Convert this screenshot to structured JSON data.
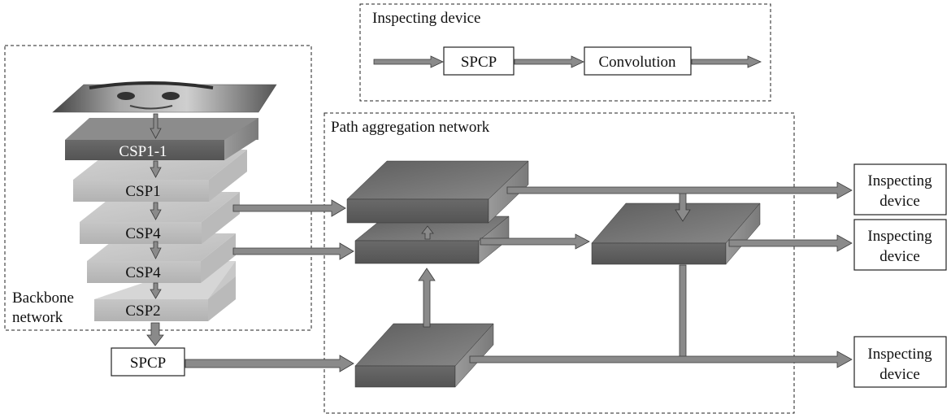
{
  "inspecting_device_box": {
    "title": "Inspecting device",
    "spcp": "SPCP",
    "convolution": "Convolution"
  },
  "backbone": {
    "label_line1": "Backbone",
    "label_line2": "network",
    "layers": [
      "CSP1-1",
      "CSP1",
      "CSP4",
      "CSP4",
      "CSP2"
    ]
  },
  "spcp_bottom": "SPCP",
  "pan": {
    "title": "Path aggregation network"
  },
  "outputs": [
    {
      "line1": "Inspecting",
      "line2": "device"
    },
    {
      "line1": "Inspecting",
      "line2": "device"
    },
    {
      "line1": "Inspecting",
      "line2": "device"
    }
  ],
  "colors": {
    "block_dark": "#6e6e6e",
    "block_light": "#c4c4c4",
    "arrow": "#8a8a8a"
  }
}
